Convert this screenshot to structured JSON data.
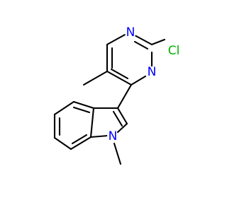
{
  "molecule": {
    "atoms": {
      "n_top": {
        "symbol": "N",
        "color": "#0000ff"
      },
      "n_right": {
        "symbol": "N",
        "color": "#0000ff"
      },
      "n_indole": {
        "symbol": "N",
        "color": "#0000ff"
      },
      "cl": {
        "symbol": "Cl",
        "color": "#00b400"
      }
    },
    "bond_color": "#000000",
    "background": "#ffffff"
  }
}
